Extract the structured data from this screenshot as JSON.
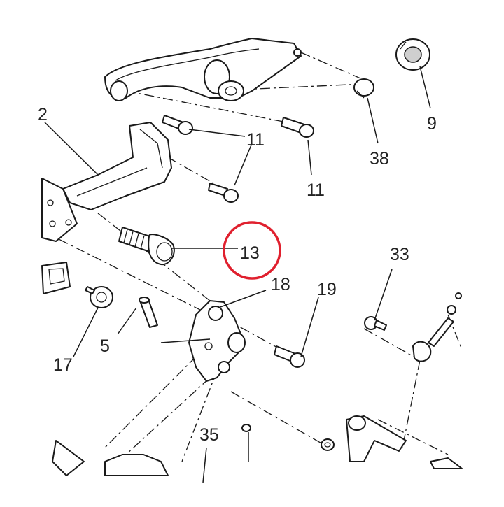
{
  "diagram": {
    "highlight_color": "#e0202e",
    "highlighted_callout": "13",
    "callouts": {
      "c2": "2",
      "c5": "5",
      "c9": "9",
      "c11a": "11",
      "c11b": "11",
      "c13": "13",
      "c17": "17",
      "c18": "18",
      "c19": "19",
      "c33": "33",
      "c35": "35",
      "c38": "38"
    }
  }
}
